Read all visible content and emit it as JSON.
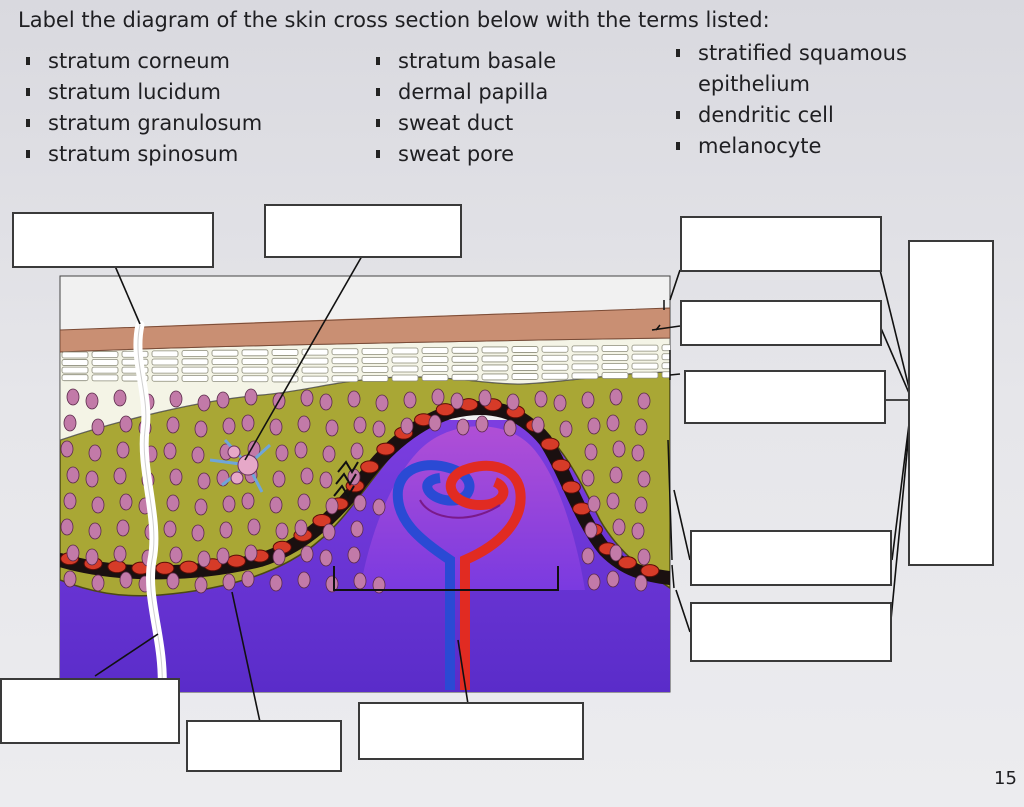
{
  "instructions": "Label the diagram of the skin cross section below with the terms listed:",
  "terms": {
    "column_1": [
      "stratum corneum",
      "stratum lucidum",
      "stratum granulosum",
      "stratum spinosum"
    ],
    "column_2": [
      "stratum basale",
      "dermal papilla",
      "sweat duct",
      "sweat pore"
    ],
    "column_3": [
      {
        "text": "stratified squamous",
        "bullet": true
      },
      {
        "text": "epithelium",
        "bullet": false
      },
      {
        "text": "dendritic cell",
        "bullet": true
      },
      {
        "text": "melanocyte",
        "bullet": true
      }
    ]
  },
  "label_boxes": [
    "",
    "",
    "",
    "",
    "",
    "",
    "",
    "",
    "",
    "",
    ""
  ],
  "page_number": "15",
  "colors": {
    "stratum_corneum": "#c98f73",
    "stratum_lucidum": "#f4f4e6",
    "keratinocyte_layer": "#a9a735",
    "cell_nucleus": "#c27aa8",
    "basal_layer": "#d63b28",
    "dermis": "#6d35d9",
    "artery": "#e12b22",
    "vein": "#2a4ad4",
    "sweat_duct": "#ffffff"
  }
}
